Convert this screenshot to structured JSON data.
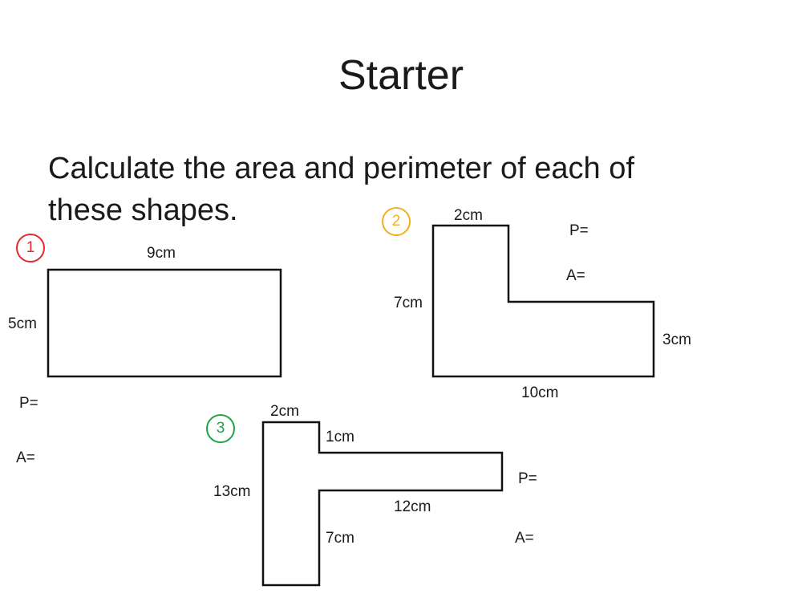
{
  "title": "Starter",
  "instruction": "Calculate the area and perimeter of each of these shapes.",
  "shapes": [
    {
      "number": "1",
      "badge_color": "#e8262b",
      "labels": {
        "top": "9cm",
        "left": "5cm"
      },
      "answers": {
        "perimeter": "P=",
        "area": "A="
      }
    },
    {
      "number": "2",
      "badge_color": "#f0b020",
      "labels": {
        "top": "2cm",
        "left": "7cm",
        "right": "3cm",
        "bottom": "10cm"
      },
      "answers": {
        "perimeter": "P=",
        "area": "A="
      }
    },
    {
      "number": "3",
      "badge_color": "#1fa34a",
      "labels": {
        "top": "2cm",
        "arm_gap": "1cm",
        "left": "13cm",
        "arm_bottom": "12cm",
        "lower": "7cm"
      },
      "answers": {
        "perimeter": "P=",
        "area": "A="
      }
    }
  ]
}
